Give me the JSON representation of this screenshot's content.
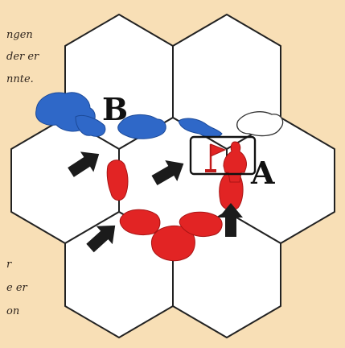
{
  "labels": {
    "a": "A",
    "b": "B"
  },
  "text_fragments": {
    "line1": "ngen",
    "line2": "der er",
    "line3": "nnte.",
    "line4": "r",
    "line5": "e er",
    "line6": "on"
  },
  "colors": {
    "background": "#f8dfb6",
    "hex_fill": "#ffffff",
    "hex_stroke": "#222222",
    "blue_army": "#2f68c8",
    "red_army": "#e22424",
    "arrow": "#1b1b1b"
  },
  "icons": [
    "flag-icon",
    "figure-icon",
    "arrow-icon"
  ]
}
